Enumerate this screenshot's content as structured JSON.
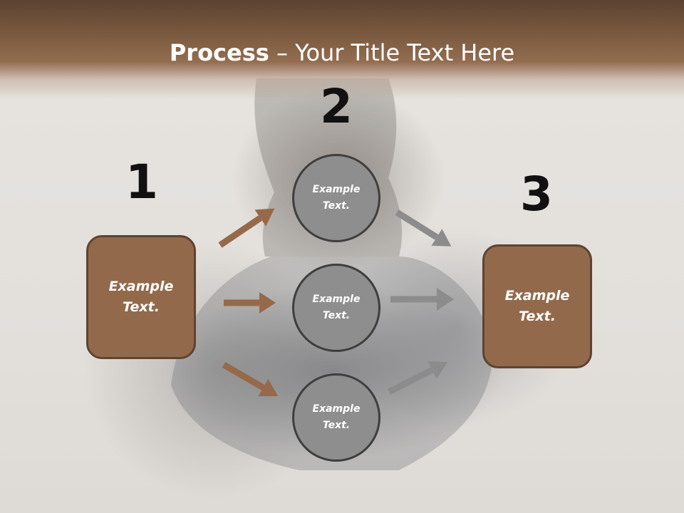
{
  "slide": {
    "title_bold": "Process",
    "title_rest": " – Your Title Text Here"
  },
  "steps": {
    "step1": {
      "number": "1",
      "text": "Example\nText."
    },
    "step2": {
      "number": "2"
    },
    "step3": {
      "number": "3",
      "text": "Example\nText."
    }
  },
  "circles": [
    {
      "text": "Example\nText."
    },
    {
      "text": "Example\nText."
    },
    {
      "text": "Example\nText."
    }
  ],
  "colors": {
    "header": "#7a5a40",
    "box_fill": "#926a4b",
    "box_border": "#5e4331",
    "circle_fill": "#8e8e8e",
    "circle_border": "#3e3e3e",
    "arrow_brown": "#96694a",
    "arrow_gray": "#8c8c8c"
  }
}
